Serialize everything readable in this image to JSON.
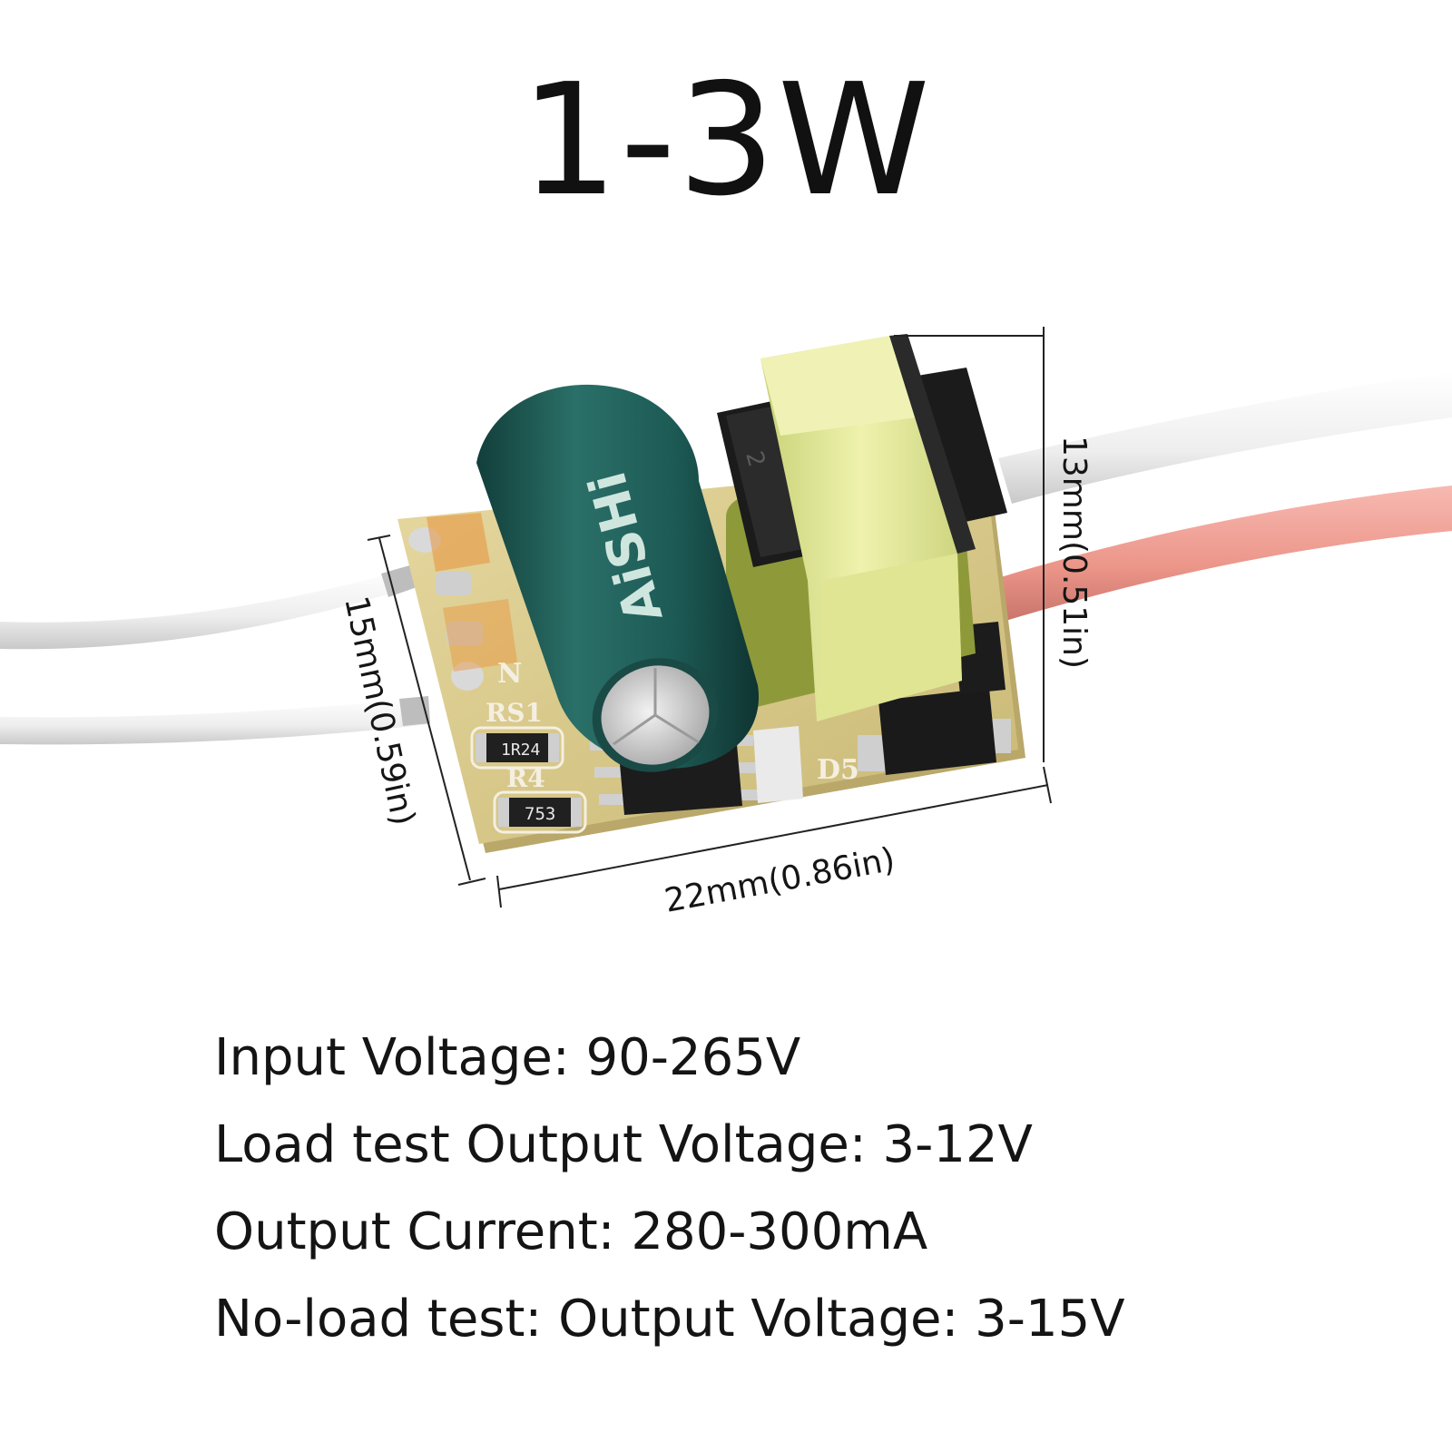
{
  "title": "1-3W",
  "dimensions": {
    "height": "13mm(0.51in)",
    "width": "15mm(0.59in)",
    "length": "22mm(0.86in)"
  },
  "pcb_labels": {
    "rs1": "RS1",
    "r4": "R4",
    "d5": "D5",
    "n": "N",
    "resistor_1": "1R24",
    "resistor_2": "753"
  },
  "capacitor": {
    "brand": "AiSHi"
  },
  "transformer": {
    "pin_mark": "2"
  },
  "specs": [
    "Input Voltage: 90-265V",
    "Load test Output Voltage: 3-12V",
    "Output Current: 280-300mA",
    "No-load test: Output Voltage: 3-15V"
  ],
  "colors": {
    "pcb": "#d9c98a",
    "capacitor": "#1d5a55",
    "transformer_tape": "#e4ea9a",
    "wire_white": "#f2f2f2",
    "wire_red": "#ee9a90",
    "component_black": "#1c1c1c"
  }
}
